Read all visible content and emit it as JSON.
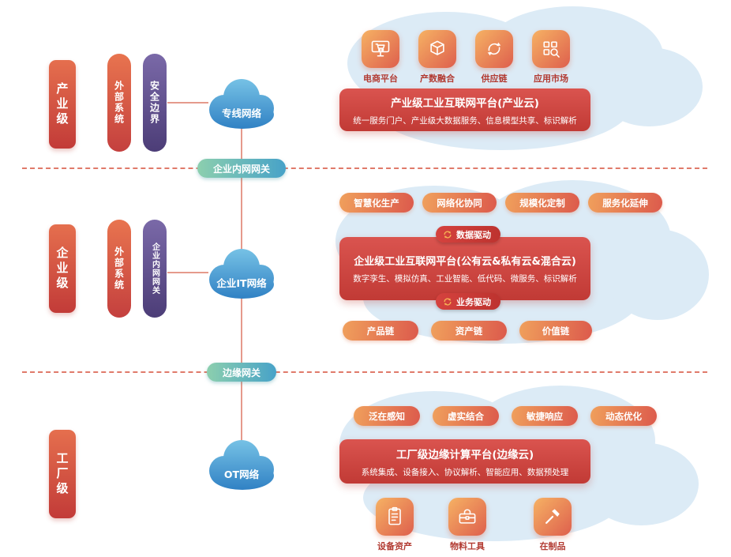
{
  "colors": {
    "level_red": "#d14a3f",
    "bar_purple": "#5d4c88",
    "cloud_blue": "#3c92cc",
    "banner_red": "#cc423d",
    "pill_orange": "#e8825a",
    "gateway_teal": "#6cc0ae",
    "dashed_line": "#e07a6a",
    "background_cloud": "#dcebf6",
    "label_dark_red": "#b23a31"
  },
  "industry": {
    "level_label": "产业级",
    "external_system": "外部系统",
    "security_boundary": "安全边界",
    "cloud_label": "专线网络",
    "apps": [
      {
        "label": "电商平台",
        "icon": "ecommerce-platform-icon"
      },
      {
        "label": "产数融合",
        "icon": "data-fusion-icon"
      },
      {
        "label": "供应链",
        "icon": "supply-chain-icon"
      },
      {
        "label": "应用市场",
        "icon": "app-market-icon"
      }
    ],
    "banner": {
      "title": "产业级工业互联网平台(产业云)",
      "subtitle": "统一服务门户、产业级大数据服务、信息模型共享、标识解析"
    }
  },
  "gateway_intranet": "企业内网网关",
  "gateway_edge": "边缘网关",
  "enterprise": {
    "level_label": "企业级",
    "external_system": "外部系统",
    "intranet_gateway": "企业内网网关",
    "cloud_label": "企业IT网络",
    "modes": [
      "智慧化生产",
      "网络化协同",
      "规模化定制",
      "服务化延伸"
    ],
    "badge_data": "数据驱动",
    "badge_business": "业务驱动",
    "banner": {
      "title": "企业级工业互联网平台(公有云&私有云&混合云)",
      "subtitle": "数字孪生、模拟仿真、工业智能、低代码、微服务、标识解析"
    },
    "chains": [
      "产品链",
      "资产链",
      "价值链"
    ]
  },
  "factory": {
    "level_label": "工厂级",
    "cloud_label": "OT网络",
    "capabilities": [
      "泛在感知",
      "虚实结合",
      "敏捷响应",
      "动态优化"
    ],
    "banner": {
      "title": "工厂级边缘计算平台(边缘云)",
      "subtitle": "系统集成、设备接入、协议解析、智能应用、数据预处理"
    },
    "apps": [
      {
        "label": "设备资产",
        "icon": "equipment-assets-icon"
      },
      {
        "label": "物料工具",
        "icon": "materials-tools-icon"
      },
      {
        "label": "在制品",
        "icon": "work-in-progress-icon"
      }
    ]
  }
}
